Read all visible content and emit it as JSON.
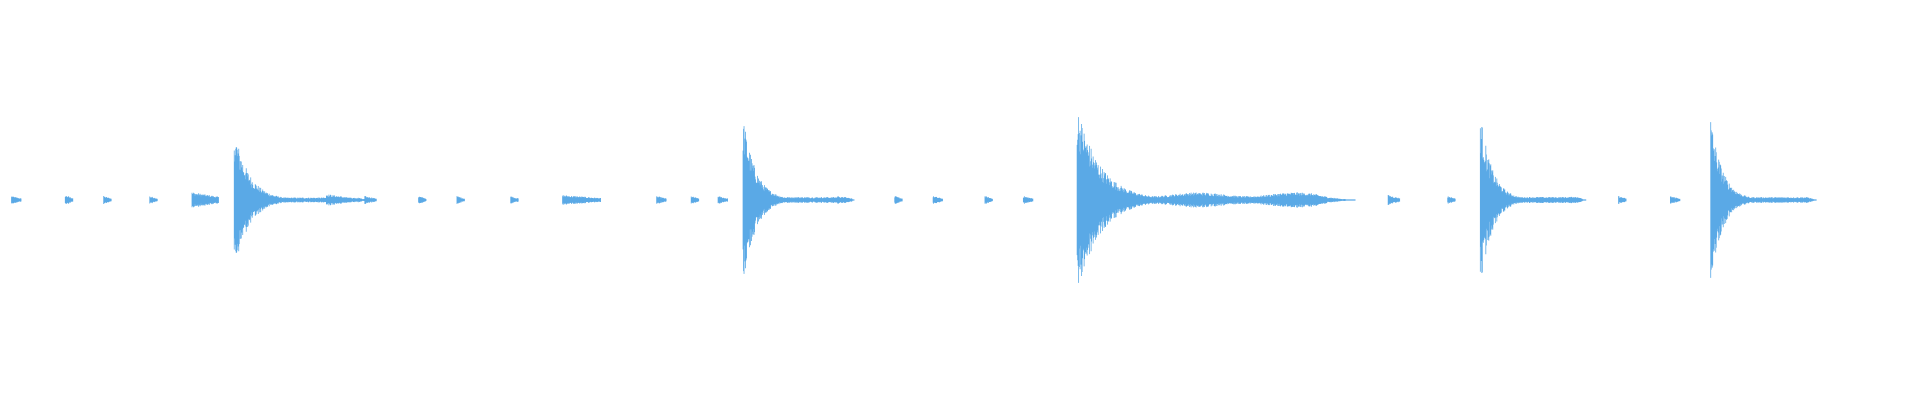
{
  "waveform": {
    "color": "#5aa9e6",
    "background": "#ffffff",
    "duration_fraction_end": 0.955,
    "events": [
      {
        "kind": "tick",
        "t": 0.006,
        "amp": 0.02,
        "dur": 0.005
      },
      {
        "kind": "tick",
        "t": 0.034,
        "amp": 0.025,
        "dur": 0.004
      },
      {
        "kind": "tick",
        "t": 0.054,
        "amp": 0.02,
        "dur": 0.004
      },
      {
        "kind": "tick",
        "t": 0.078,
        "amp": 0.02,
        "dur": 0.004
      },
      {
        "kind": "tick",
        "t": 0.1,
        "amp": 0.04,
        "dur": 0.014
      },
      {
        "kind": "burst",
        "t": 0.122,
        "amp": 0.36,
        "dur": 0.07
      },
      {
        "kind": "tick",
        "t": 0.17,
        "amp": 0.03,
        "dur": 0.012
      },
      {
        "kind": "tick",
        "t": 0.19,
        "amp": 0.02,
        "dur": 0.006
      },
      {
        "kind": "tick",
        "t": 0.218,
        "amp": 0.02,
        "dur": 0.004
      },
      {
        "kind": "tick",
        "t": 0.238,
        "amp": 0.02,
        "dur": 0.004
      },
      {
        "kind": "tick",
        "t": 0.266,
        "amp": 0.02,
        "dur": 0.004
      },
      {
        "kind": "tick",
        "t": 0.293,
        "amp": 0.025,
        "dur": 0.02
      },
      {
        "kind": "tick",
        "t": 0.342,
        "amp": 0.02,
        "dur": 0.005
      },
      {
        "kind": "tick",
        "t": 0.36,
        "amp": 0.02,
        "dur": 0.004
      },
      {
        "kind": "tick",
        "t": 0.374,
        "amp": 0.02,
        "dur": 0.005
      },
      {
        "kind": "burst",
        "t": 0.387,
        "amp": 0.43,
        "dur": 0.058
      },
      {
        "kind": "tick",
        "t": 0.436,
        "amp": 0.02,
        "dur": 0.008
      },
      {
        "kind": "tick",
        "t": 0.466,
        "amp": 0.02,
        "dur": 0.004
      },
      {
        "kind": "tick",
        "t": 0.486,
        "amp": 0.02,
        "dur": 0.005
      },
      {
        "kind": "tick",
        "t": 0.513,
        "amp": 0.02,
        "dur": 0.004
      },
      {
        "kind": "tick",
        "t": 0.533,
        "amp": 0.02,
        "dur": 0.005
      },
      {
        "kind": "sustain",
        "t": 0.561,
        "amp": 0.48,
        "dur": 0.145
      },
      {
        "kind": "tick",
        "t": 0.723,
        "amp": 0.025,
        "dur": 0.006
      },
      {
        "kind": "tick",
        "t": 0.754,
        "amp": 0.02,
        "dur": 0.004
      },
      {
        "kind": "burst",
        "t": 0.771,
        "amp": 0.44,
        "dur": 0.055
      },
      {
        "kind": "tick",
        "t": 0.818,
        "amp": 0.02,
        "dur": 0.006
      },
      {
        "kind": "tick",
        "t": 0.843,
        "amp": 0.02,
        "dur": 0.004
      },
      {
        "kind": "tick",
        "t": 0.87,
        "amp": 0.02,
        "dur": 0.005
      },
      {
        "kind": "burst",
        "t": 0.891,
        "amp": 0.42,
        "dur": 0.055
      }
    ]
  }
}
